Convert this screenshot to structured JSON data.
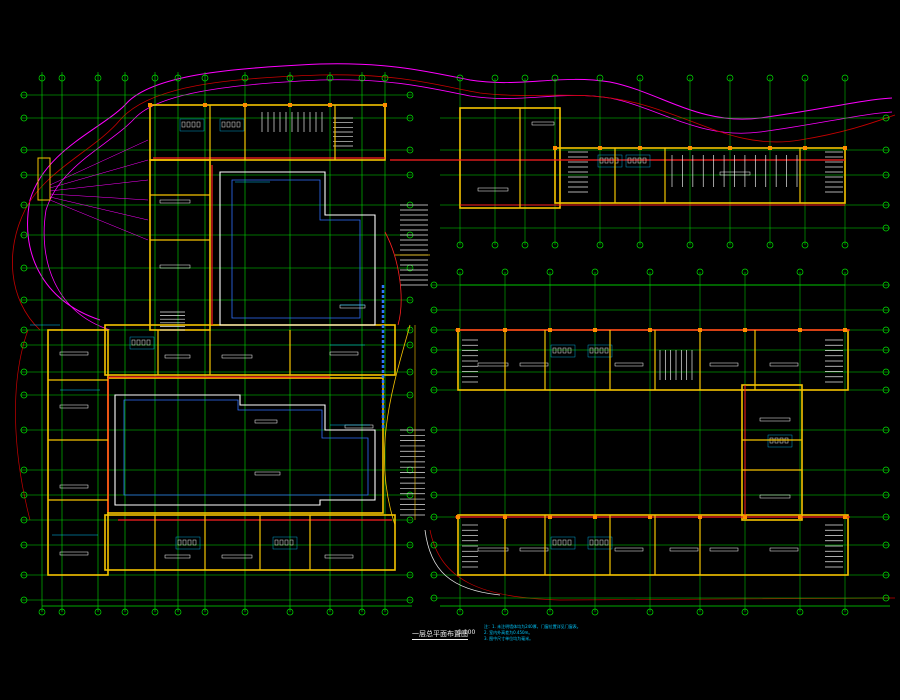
{
  "drawing": {
    "title": "一层总平面布置图",
    "scale": "1:100",
    "notes": [
      "注：1. 未注明墙体均为240厚，门窗位置详见门窗表。",
      "2. 室内外高差为0.450m。",
      "3. 图中尺寸单位均为毫米。"
    ]
  },
  "colors": {
    "background": "#000000",
    "axis_grid": "#00e000",
    "walls": "#f5c400",
    "walls_red": "#ff2020",
    "boundary": "#ff00ff",
    "contour": "#c80000",
    "inner_courtyard": "#ffffff",
    "stair": "#e8e8e8",
    "annotation": "#00c8ff",
    "glazing": "#3070ff"
  }
}
